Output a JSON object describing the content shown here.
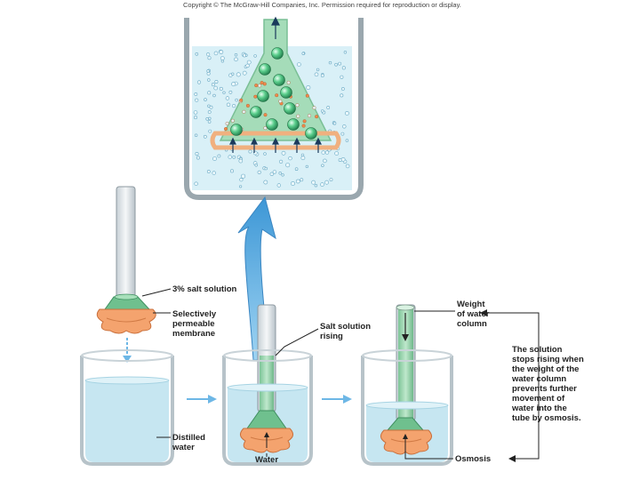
{
  "copyright": "Copyright © The McGraw-Hill Companies, Inc. Permission required for reproduction or display.",
  "labels": {
    "salt_solution": "3% salt solution",
    "membrane": [
      "Selectively",
      "permeable",
      "membrane"
    ],
    "distilled_water": [
      "Distilled",
      "water"
    ],
    "salt_rising": [
      "Salt solution",
      "rising"
    ],
    "water": "Water",
    "weight": [
      "Weight",
      "of water",
      "column"
    ],
    "explanation": [
      "The solution",
      "stops rising when",
      "the weight of the",
      "water column",
      "prevents further",
      "movement of",
      "water into the",
      "tube by osmosis."
    ],
    "osmosis": "Osmosis"
  },
  "colors": {
    "water": "#cfeaf3",
    "solution": "#8fd1a8",
    "membrane": "#f4a36e",
    "arrow": "#4aa3de",
    "glass": "#dfe6ea"
  }
}
